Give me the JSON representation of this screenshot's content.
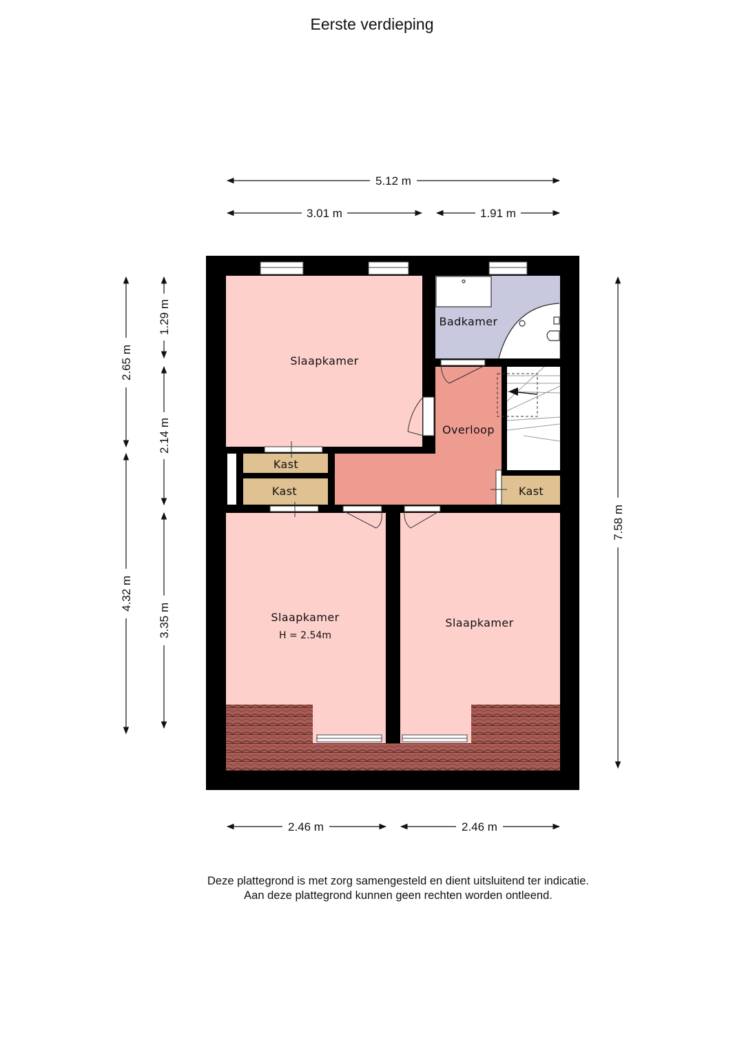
{
  "title": "Eerste verdieping",
  "rooms": {
    "bedroom_top": "Slaapkamer",
    "bathroom": "Badkamer",
    "landing": "Overloop",
    "closet_1": "Kast",
    "closet_2": "Kast",
    "closet_3": "Kast",
    "bedroom_left": "Slaapkamer",
    "bedroom_left_height": "H = 2.54m",
    "bedroom_right": "Slaapkamer"
  },
  "dimensions": {
    "top_total": "5.12 m",
    "top_left": "3.01 m",
    "top_right": "1.91 m",
    "left_outer_top": "2.65 m",
    "left_outer_bottom": "4.32 m",
    "left_inner_1": "1.29 m",
    "left_inner_2": "2.14 m",
    "left_inner_3": "3.35 m",
    "right_total": "7.58 m",
    "bottom_left": "2.46 m",
    "bottom_right": "2.46 m"
  },
  "disclaimer": {
    "line1": "Deze plattegrond is met zorg samengesteld en dient uitsluitend ter indicatie.",
    "line2": "Aan deze plattegrond kunnen geen rechten worden ontleend."
  },
  "colors": {
    "bedroom": "#fdd0cb",
    "landing": "#ee9c90",
    "bathroom": "#c8c8df",
    "closet": "#dfc192",
    "wall": "#000000",
    "roof": "#a85c55"
  }
}
